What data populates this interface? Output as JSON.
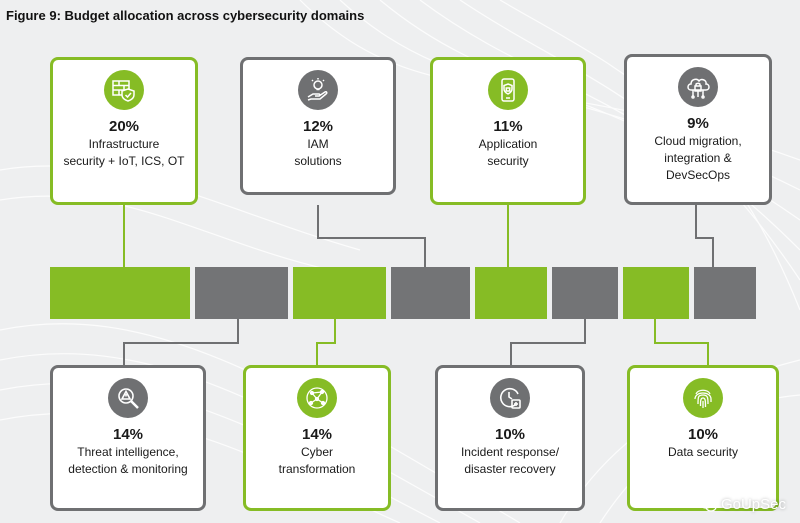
{
  "title": "Figure 9: Budget allocation across cybersecurity domains",
  "colors": {
    "green": "#86bc25",
    "gray": "#737476"
  },
  "top_cards": [
    {
      "pct": "20%",
      "line1": "Infrastructure",
      "line2": "security + IoT, ICS, OT",
      "line3": "",
      "icon": "firewall-shield-icon",
      "style": "green"
    },
    {
      "pct": "12%",
      "line1": "IAM",
      "line2": "solutions",
      "line3": "",
      "icon": "hand-lightbulb-icon",
      "style": "gray"
    },
    {
      "pct": "11%",
      "line1": "Application",
      "line2": "security",
      "line3": "",
      "icon": "smartphone-lock-icon",
      "style": "green"
    },
    {
      "pct": "9%",
      "line1": "Cloud migration,",
      "line2": "integration &",
      "line3": "DevSecOps",
      "icon": "cloud-lock-icon",
      "style": "gray"
    }
  ],
  "bottom_cards": [
    {
      "pct": "14%",
      "line1": "Threat intelligence,",
      "line2": "detection & monitoring",
      "icon": "magnifier-alert-icon",
      "style": "gray"
    },
    {
      "pct": "14%",
      "line1": "Cyber",
      "line2": "transformation",
      "icon": "network-globe-icon",
      "style": "green"
    },
    {
      "pct": "10%",
      "line1": "Incident response/",
      "line2": "disaster recovery",
      "icon": "clock-recovery-icon",
      "style": "gray"
    },
    {
      "pct": "10%",
      "line1": "Data security",
      "line2": "",
      "icon": "fingerprint-icon",
      "style": "green"
    }
  ],
  "bar_segments": [
    {
      "domain": "Infrastructure security + IoT, ICS, OT",
      "value": 20,
      "color": "green"
    },
    {
      "domain": "Threat intelligence, detection & monitoring",
      "value": 14,
      "color": "gray"
    },
    {
      "domain": "Cyber transformation",
      "value": 14,
      "color": "green"
    },
    {
      "domain": "IAM solutions",
      "value": 12,
      "color": "gray"
    },
    {
      "domain": "Application security",
      "value": 11,
      "color": "green"
    },
    {
      "domain": "Incident response/disaster recovery",
      "value": 10,
      "color": "gray"
    },
    {
      "domain": "Data security",
      "value": 10,
      "color": "green"
    },
    {
      "domain": "Cloud migration, integration & DevSecOps",
      "value": 9,
      "color": "gray"
    }
  ],
  "watermark": "GoUpSec"
}
